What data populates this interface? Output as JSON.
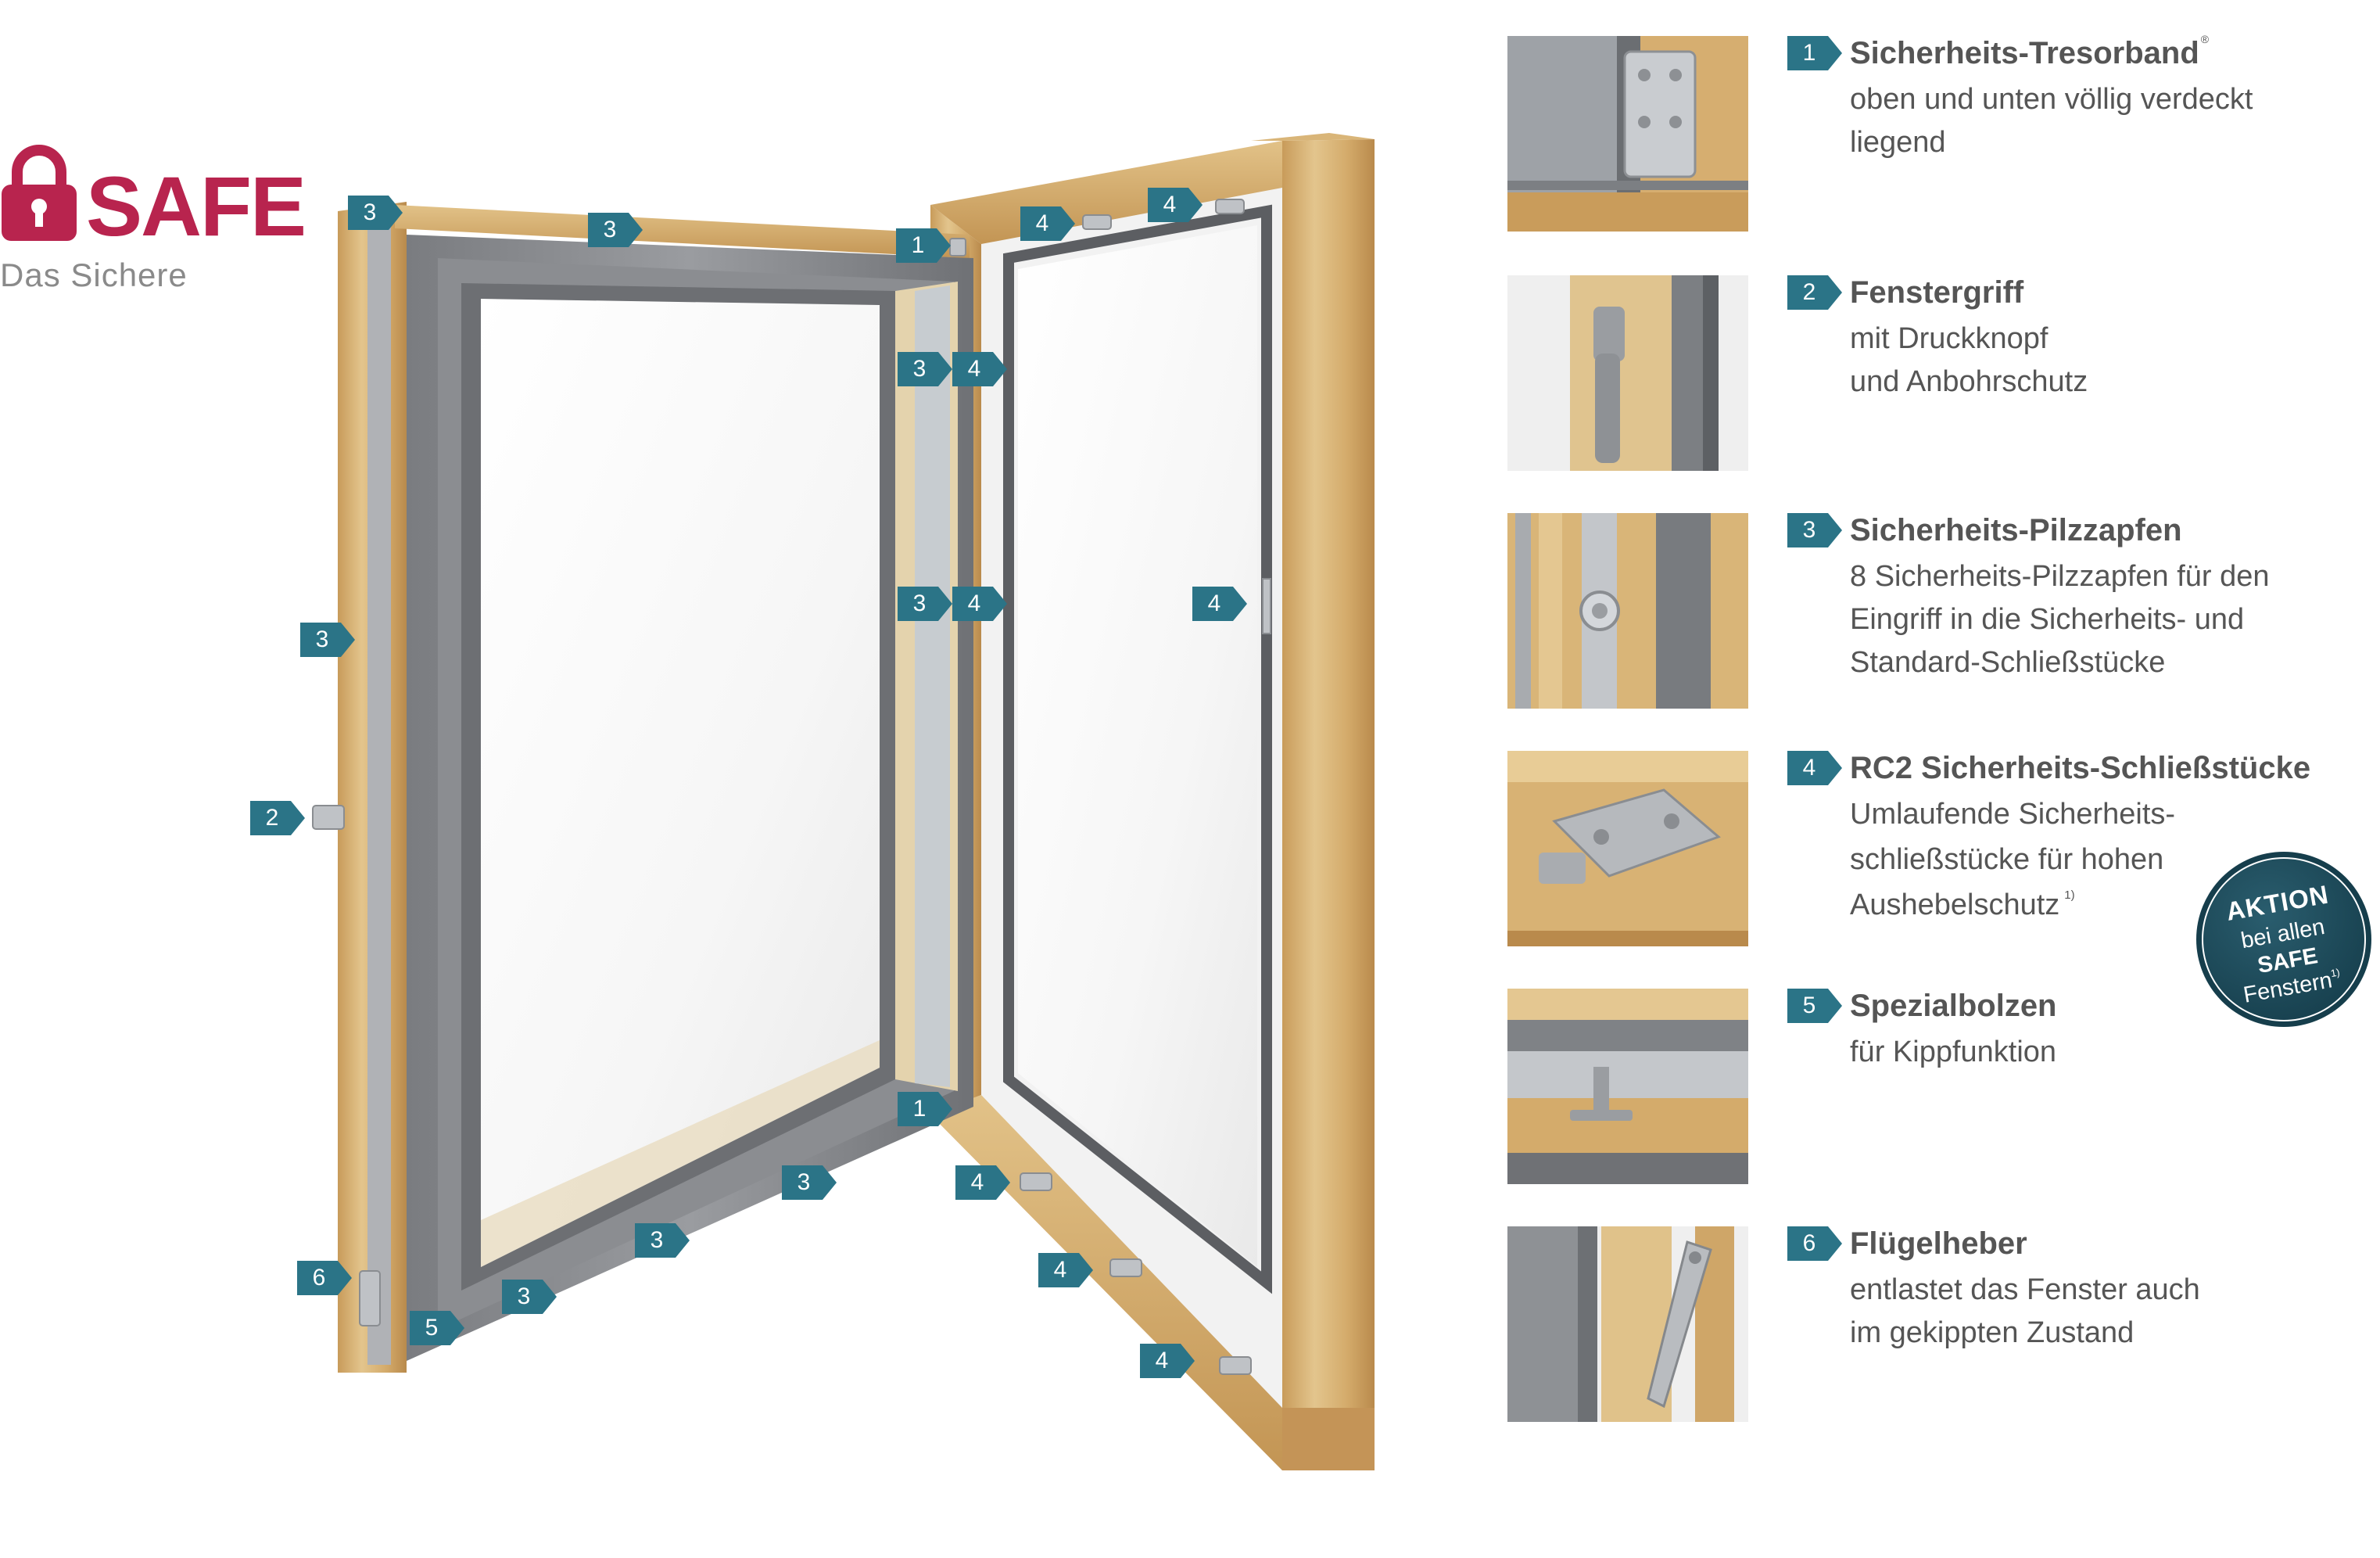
{
  "brand": {
    "name": "SAFE",
    "tagline": "Das Sichere",
    "color": "#b8244e"
  },
  "accent_color": "#2b7487",
  "markers": [
    "3",
    "3",
    "1",
    "4",
    "4",
    "3",
    "4",
    "3",
    "4",
    "4",
    "3",
    "2",
    "1",
    "3",
    "4",
    "3",
    "4",
    "6",
    "3",
    "4",
    "5"
  ],
  "legend": [
    {
      "number": "1",
      "title": "Sicherheits-Tresorband",
      "title_mark": "®",
      "lines": [
        "oben und unten völlig verdeckt",
        "liegend"
      ]
    },
    {
      "number": "2",
      "title": "Fenstergriff",
      "lines": [
        "mit Druckknopf",
        "und Anbohrschutz"
      ]
    },
    {
      "number": "3",
      "title": "Sicherheits-Pilzzapfen",
      "lines": [
        "8 Sicherheits-Pilzzapfen für den",
        "Eingriff in die Sicherheits- und",
        "Standard-Schließstücke"
      ]
    },
    {
      "number": "4",
      "title": "RC2 Sicherheits-Schließstücke",
      "lines": [
        "Umlaufende Sicherheits-",
        "schließstücke für hohen",
        "Aushebelschutz"
      ],
      "footnote": "1)"
    },
    {
      "number": "5",
      "title": "Spezialbolzen",
      "lines": [
        "für Kippfunktion"
      ]
    },
    {
      "number": "6",
      "title": "Flügelheber",
      "lines": [
        "entlastet das Fenster auch",
        "im gekippten Zustand"
      ]
    }
  ],
  "badge": {
    "line1": "AKTION",
    "line2": "bei allen",
    "line3": "SAFE",
    "line4": "Fenstern",
    "footnote": "1)",
    "color": "#163e4c"
  }
}
